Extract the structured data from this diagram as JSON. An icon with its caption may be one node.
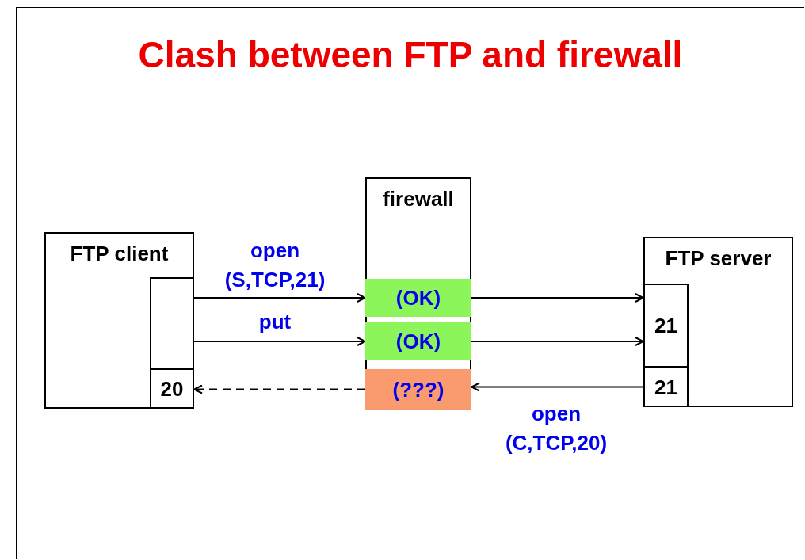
{
  "diagram": {
    "title": "Clash between FTP and firewall",
    "nodes": [
      {
        "text": [
          "FTP client"
        ]
      },
      {
        "text": [],
        "shape": "box",
        "in": 0
      },
      {
        "text": [
          "20"
        ],
        "in": 0
      },
      {
        "text": [
          "firewall"
        ]
      },
      {
        "text": [
          "(OK)"
        ],
        "in": 3
      },
      {
        "text": [
          "(OK)"
        ],
        "in": 3
      },
      {
        "text": [
          "(???)"
        ],
        "in": 3
      },
      {
        "text": [
          "FTP server"
        ]
      },
      {
        "text": [
          "21"
        ],
        "in": 7
      },
      {
        "text": [
          "21"
        ],
        "in": 7
      }
    ],
    "edges": [
      {
        "from": 1,
        "to": 4,
        "arrow": "to",
        "label": "open (S,TCP,21)"
      },
      {
        "from": 1,
        "to": 5,
        "arrow": "to",
        "label": "put"
      },
      {
        "from": 4,
        "to": 8,
        "arrow": "to"
      },
      {
        "from": 5,
        "to": 8,
        "arrow": "to"
      },
      {
        "from": 9,
        "to": 6,
        "arrow": "to",
        "label": "open (C,TCP,20)"
      },
      {
        "from": 6,
        "to": 2,
        "arrow": "to",
        "style": "dashed"
      }
    ]
  }
}
